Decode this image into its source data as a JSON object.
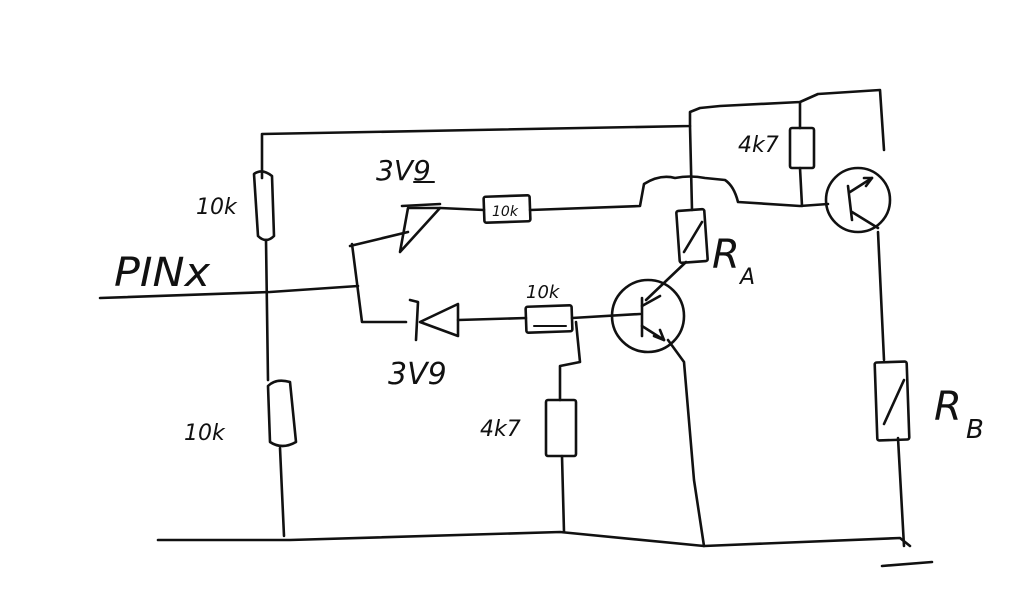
{
  "diagram": {
    "input_label": "PINx",
    "resistors": {
      "divider_top": "10k",
      "divider_bottom": "10k",
      "zener_series_top": "10k",
      "zener_series_bottom": "10k",
      "base_pulldown": "4k7",
      "pnp_base_pullup": "4k7"
    },
    "zeners": {
      "top": "3V9",
      "bottom": "3V9"
    },
    "load_resistors": {
      "a_letter": "R",
      "a_sub": "A",
      "b_letter": "R",
      "b_sub": "B"
    }
  }
}
